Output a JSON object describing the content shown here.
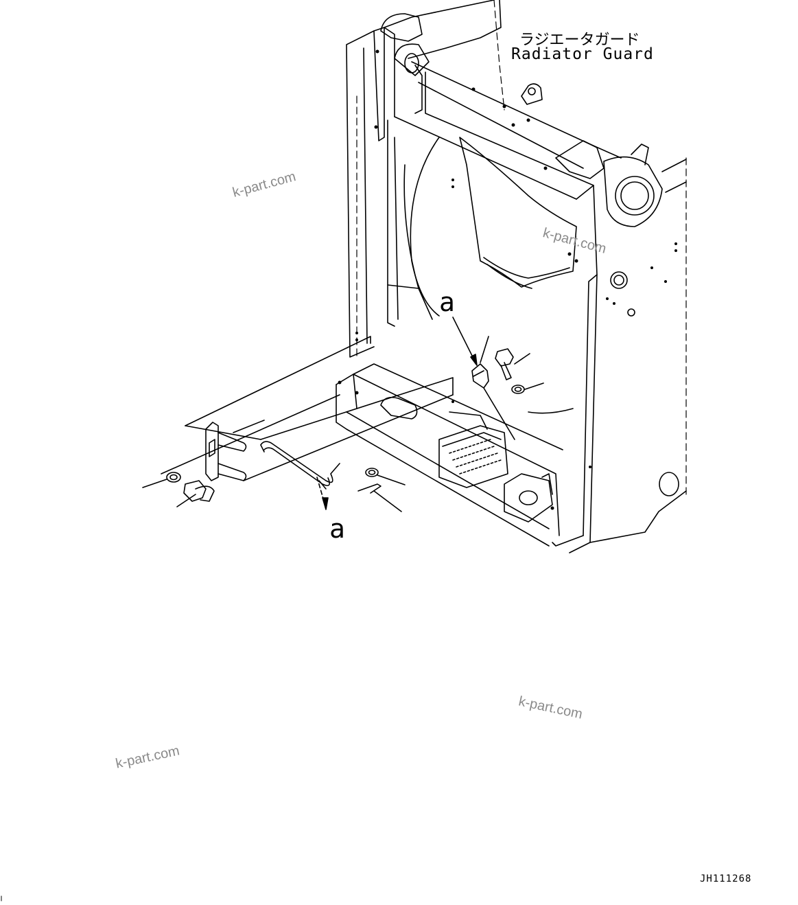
{
  "labels": {
    "jp_title": "ラジエータガード",
    "en_title": "Radiator Guard"
  },
  "callouts": {
    "upper": "a",
    "lower": "a"
  },
  "watermarks": {
    "wm1": "k-part.com",
    "wm2": "k-part.com",
    "wm3": "k-part.com",
    "wm4": "k-part.com"
  },
  "figure_id": "JH111268"
}
